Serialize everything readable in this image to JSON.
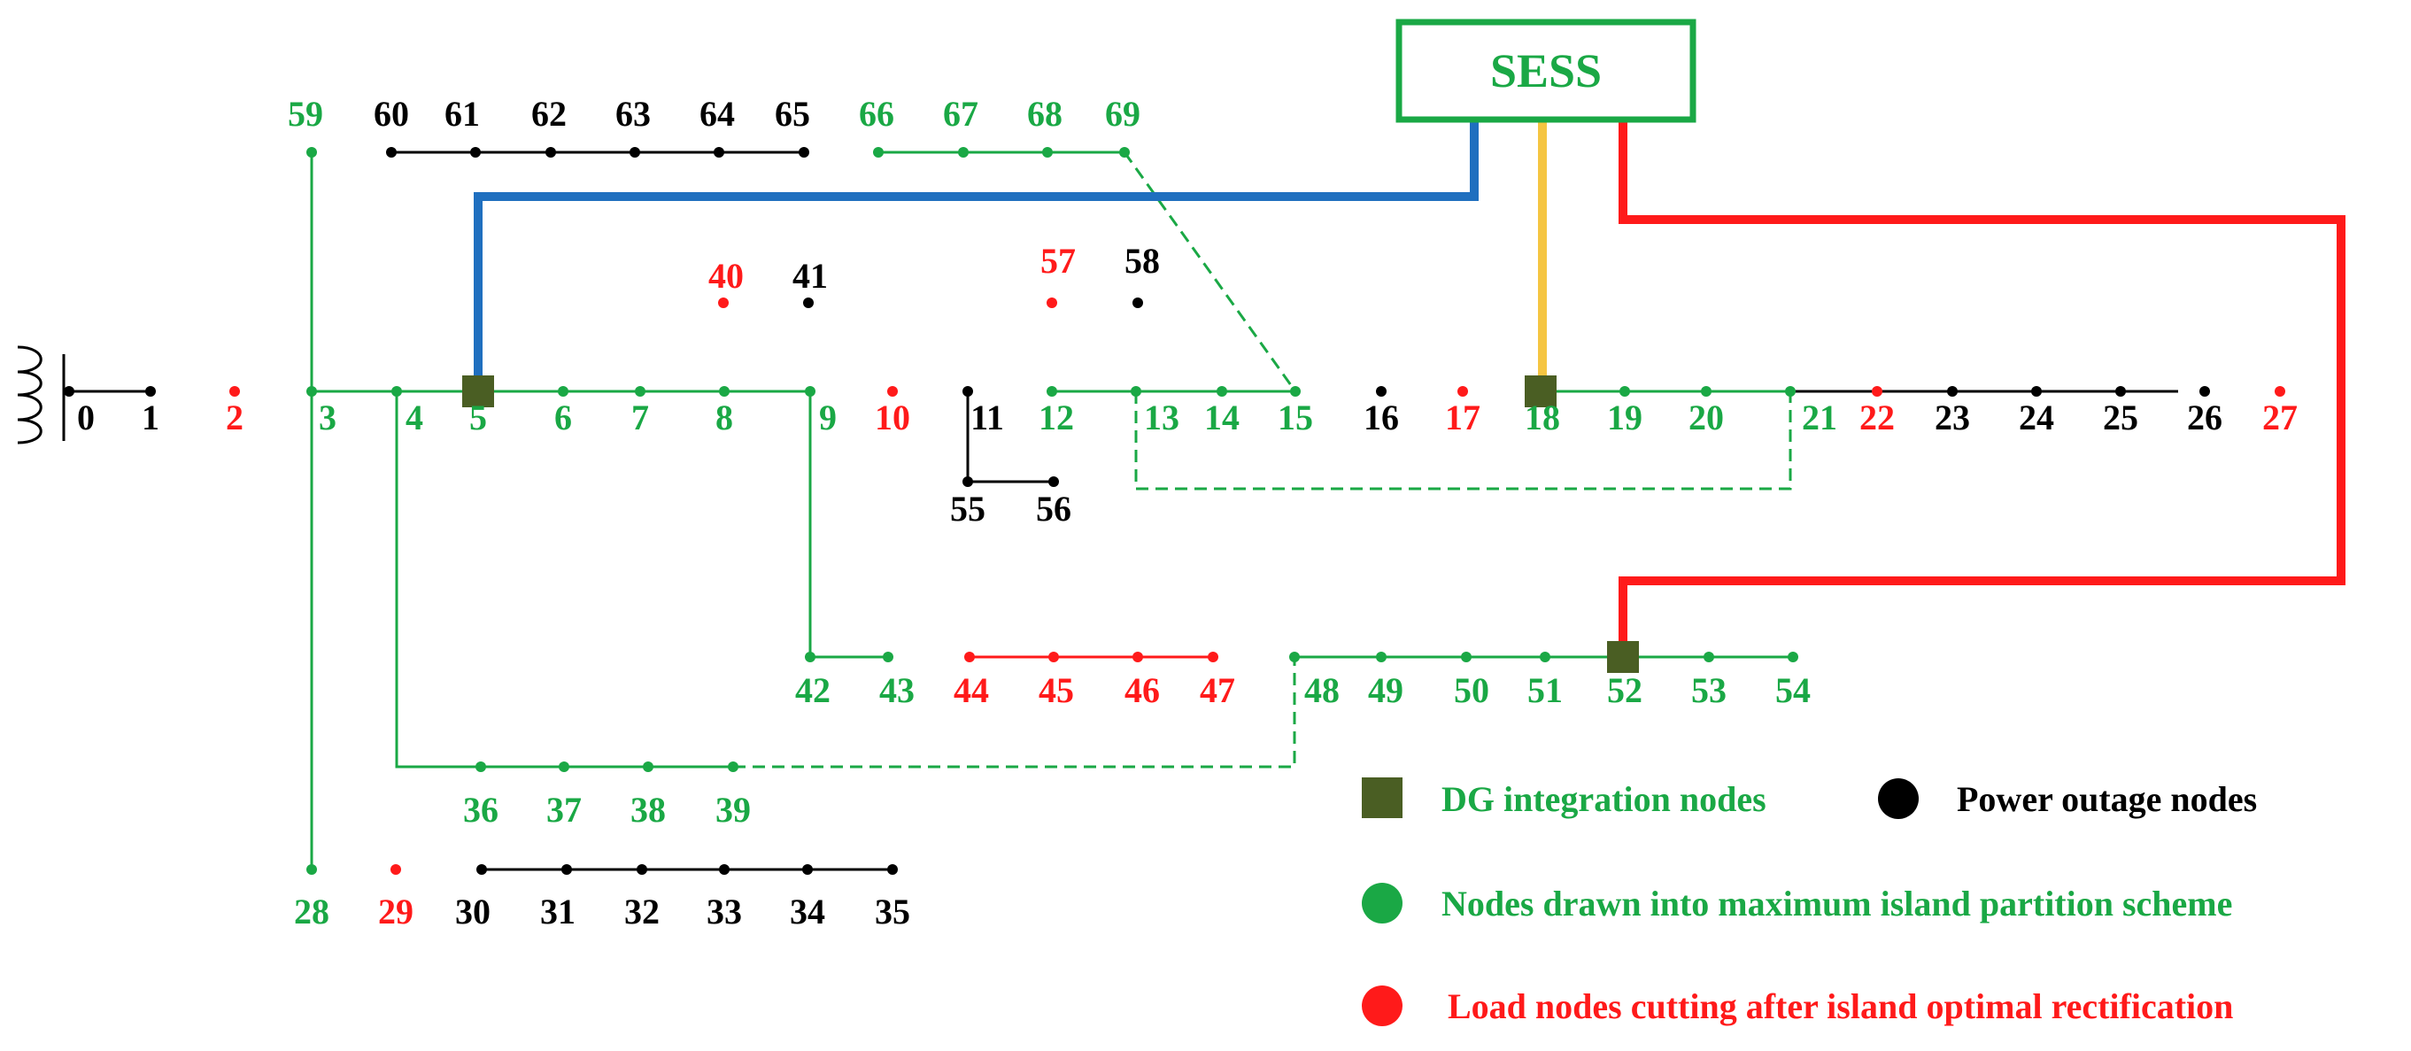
{
  "colors": {
    "green": "#1aa845",
    "black": "#000000",
    "red": "#ff1a1a",
    "blue": "#1f6fbf",
    "yellow": "#f5c542",
    "dg": "#4a5e23"
  },
  "sess_label": "SESS",
  "nodes": [
    {
      "id": "0",
      "status": "outage"
    },
    {
      "id": "1",
      "status": "outage"
    },
    {
      "id": "2",
      "status": "cut"
    },
    {
      "id": "3",
      "status": "island"
    },
    {
      "id": "4",
      "status": "island"
    },
    {
      "id": "5",
      "status": "island",
      "dg": true
    },
    {
      "id": "6",
      "status": "island"
    },
    {
      "id": "7",
      "status": "island"
    },
    {
      "id": "8",
      "status": "island"
    },
    {
      "id": "9",
      "status": "island"
    },
    {
      "id": "10",
      "status": "cut"
    },
    {
      "id": "11",
      "status": "outage"
    },
    {
      "id": "12",
      "status": "island"
    },
    {
      "id": "13",
      "status": "island"
    },
    {
      "id": "14",
      "status": "island"
    },
    {
      "id": "15",
      "status": "island"
    },
    {
      "id": "16",
      "status": "outage"
    },
    {
      "id": "17",
      "status": "cut"
    },
    {
      "id": "18",
      "status": "island",
      "dg": true
    },
    {
      "id": "19",
      "status": "island"
    },
    {
      "id": "20",
      "status": "island"
    },
    {
      "id": "21",
      "status": "island"
    },
    {
      "id": "22",
      "status": "cut"
    },
    {
      "id": "23",
      "status": "outage"
    },
    {
      "id": "24",
      "status": "outage"
    },
    {
      "id": "25",
      "status": "outage"
    },
    {
      "id": "26",
      "status": "outage"
    },
    {
      "id": "27",
      "status": "cut"
    },
    {
      "id": "28",
      "status": "island"
    },
    {
      "id": "29",
      "status": "cut"
    },
    {
      "id": "30",
      "status": "outage"
    },
    {
      "id": "31",
      "status": "outage"
    },
    {
      "id": "32",
      "status": "outage"
    },
    {
      "id": "33",
      "status": "outage"
    },
    {
      "id": "34",
      "status": "outage"
    },
    {
      "id": "35",
      "status": "outage"
    },
    {
      "id": "36",
      "status": "island"
    },
    {
      "id": "37",
      "status": "island"
    },
    {
      "id": "38",
      "status": "island"
    },
    {
      "id": "39",
      "status": "island"
    },
    {
      "id": "40",
      "status": "cut"
    },
    {
      "id": "41",
      "status": "outage"
    },
    {
      "id": "42",
      "status": "island"
    },
    {
      "id": "43",
      "status": "island"
    },
    {
      "id": "44",
      "status": "cut"
    },
    {
      "id": "45",
      "status": "cut"
    },
    {
      "id": "46",
      "status": "cut"
    },
    {
      "id": "47",
      "status": "cut"
    },
    {
      "id": "48",
      "status": "island"
    },
    {
      "id": "49",
      "status": "island"
    },
    {
      "id": "50",
      "status": "island"
    },
    {
      "id": "51",
      "status": "island"
    },
    {
      "id": "52",
      "status": "island",
      "dg": true
    },
    {
      "id": "53",
      "status": "island"
    },
    {
      "id": "54",
      "status": "island"
    },
    {
      "id": "55",
      "status": "outage"
    },
    {
      "id": "56",
      "status": "outage"
    },
    {
      "id": "57",
      "status": "cut"
    },
    {
      "id": "58",
      "status": "outage"
    },
    {
      "id": "59",
      "status": "island"
    },
    {
      "id": "60",
      "status": "outage"
    },
    {
      "id": "61",
      "status": "outage"
    },
    {
      "id": "62",
      "status": "outage"
    },
    {
      "id": "63",
      "status": "outage"
    },
    {
      "id": "64",
      "status": "outage"
    },
    {
      "id": "65",
      "status": "outage"
    },
    {
      "id": "66",
      "status": "island"
    },
    {
      "id": "67",
      "status": "island"
    },
    {
      "id": "68",
      "status": "island"
    },
    {
      "id": "69",
      "status": "island"
    }
  ],
  "legend": {
    "dg": "DG integration nodes",
    "outage": "Power outage nodes",
    "island": "Nodes drawn into maximum island partition scheme",
    "cut": "Load nodes cutting after island optimal rectification"
  }
}
